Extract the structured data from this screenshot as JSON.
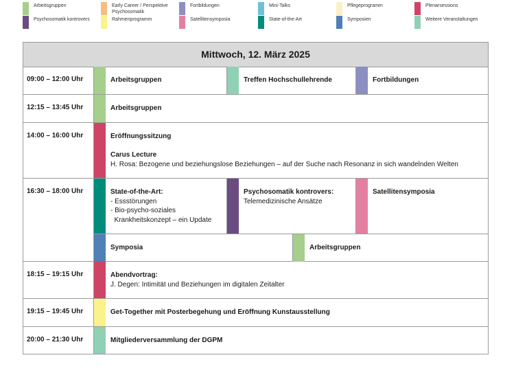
{
  "legend": [
    {
      "label": "Arbeitsgruppen",
      "color": "#a6cf8c"
    },
    {
      "label": "Early Career / Perspektive Psychosomatik",
      "color": "#f6bd80"
    },
    {
      "label": "Fortbildungen",
      "color": "#8c8fc0"
    },
    {
      "label": "Mini-Talks",
      "color": "#6ec0d6"
    },
    {
      "label": "Pflegeprogramm",
      "color": "#fcefc6"
    },
    {
      "label": "Plenarsessions",
      "color": "#cf4465"
    },
    {
      "label": "Psychosomatik kontrovers",
      "color": "#6a4c82"
    },
    {
      "label": "Rahmenprogramm",
      "color": "#fbf28c"
    },
    {
      "label": "Satellitensymposia",
      "color": "#e57fa2"
    },
    {
      "label": "State-of-the-Art",
      "color": "#008c7c"
    },
    {
      "label": "Symposien",
      "color": "#4f80b6"
    },
    {
      "label": "Weitere Veranstaltungen",
      "color": "#8fd1b4"
    }
  ],
  "header": {
    "title": "Mittwoch, 12. März 2025"
  },
  "rows": [
    {
      "time": "09:00 – 12:00 Uhr",
      "cells": [
        {
          "title": "Arbeitsgruppen",
          "color": "#a6cf8c"
        },
        {
          "title": "Treffen Hochschullehrende",
          "color": "#8fd1b4"
        },
        {
          "title": "Fortbildungen",
          "color": "#8c8fc0"
        }
      ]
    },
    {
      "time": "12:15 – 13:45 Uhr",
      "cells": [
        {
          "title": "Arbeitsgruppen",
          "color": "#a6cf8c"
        }
      ]
    },
    {
      "time": "14:00 – 16:00 Uhr",
      "cells": [
        {
          "title": "Eröffnungssitzung",
          "title2": "Carus Lecture",
          "text": "H. Rosa: Bezogene und beziehungslose Beziehungen – auf der Suche nach Resonanz in sich wandelnden Welten",
          "color": "#cf4465"
        }
      ]
    },
    {
      "time": "16:30 – 18:00 Uhr",
      "cells": [
        {
          "title": "State-of-the-Art:",
          "lines": [
            "- Essstörungen",
            "- Bio-psycho-soziales",
            "  Krankheitskonzept – ein Update"
          ],
          "color": "#008c7c"
        },
        {
          "title": "Psychosomatik kontrovers:",
          "text": "Telemedizinische Ansätze",
          "color": "#6a4c82"
        },
        {
          "title": "Satellitensymposia",
          "color": "#e57fa2"
        }
      ],
      "subcells": [
        {
          "title": "Symposia",
          "color": "#4f80b6"
        },
        {
          "title": "Arbeitsgruppen",
          "color": "#a6cf8c"
        }
      ]
    },
    {
      "time": "18:15 – 19:15 Uhr",
      "cells": [
        {
          "title": "Abendvortrag:",
          "text": "J. Degen: Intimität und Beziehungen im digitalen Zeitalter",
          "color": "#cf4465"
        }
      ]
    },
    {
      "time": "19:15 – 19:45 Uhr",
      "cells": [
        {
          "title": "Get-Together mit Posterbegehung und Eröffnung Kunstausstellung",
          "color": "#fbf28c"
        }
      ]
    },
    {
      "time": "20:00 – 21:30 Uhr",
      "cells": [
        {
          "title": "Mitgliederversammlung der DGPM",
          "color": "#8fd1b4"
        }
      ]
    }
  ]
}
